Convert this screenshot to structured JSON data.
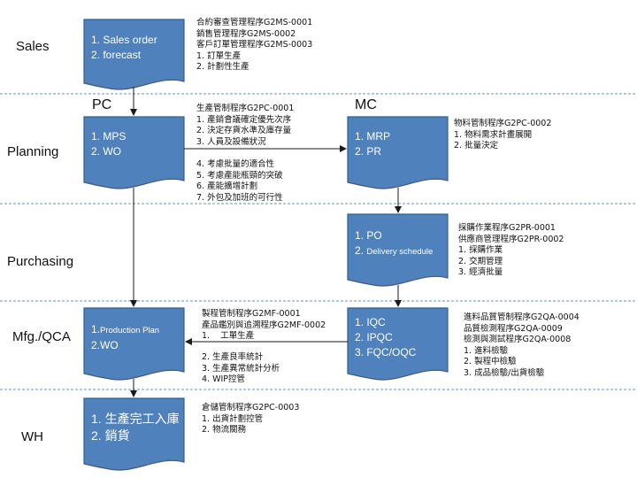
{
  "colors": {
    "box_fill": "#4f81bd",
    "box_stroke": "#385d8a",
    "divider": "#6d8fc7",
    "arrow": "#1a1a1a"
  },
  "lanes": [
    "Sales",
    "Planning",
    "Purchasing",
    "Mfg./QCA",
    "WH"
  ],
  "tags": {
    "pc": "PC",
    "mc": "MC"
  },
  "boxes": {
    "sales": {
      "line1": "1. Sales order",
      "line2": "2. forecast"
    },
    "mps": {
      "line1": "1. MPS",
      "line2": "2. WO"
    },
    "mrp": {
      "line1": "1. MRP",
      "line2": "2. PR"
    },
    "po": {
      "line1": "1. PO",
      "line2_prefix": "2. ",
      "line2": "Delivery schedule"
    },
    "plan": {
      "line1_prefix": "1.",
      "line1": "Production Plan",
      "line2": "2.WO"
    },
    "qc": {
      "line1": "1. IQC",
      "line2": "2. IPQC",
      "line3": "3. FQC/OQC"
    },
    "wh": {
      "line1": "1. 生產完工入庫",
      "line2": "2. 銷貨"
    }
  },
  "notes": {
    "sales": [
      "合約審查管理程序G2MS-0001",
      "銷售管理程序G2MS-0002",
      "客戶訂單管理程序G2MS-0003",
      "1. 訂單生產",
      "2. 計劃性生產"
    ],
    "pc_top": [
      "生產管制程序G2PC-0001",
      "1. 產銷會議確定優先次序",
      "2. 決定存貨水準及庫存量",
      "3. 人員及設備狀況"
    ],
    "pc_bottom": [
      "4. 考慮批量的適合性",
      "5. 考慮產能瓶頸的突破",
      "6. 產能擴增計劃",
      "7. 外包及加班的可行性"
    ],
    "mc": [
      "物料管制程序G2PC-0002",
      "1. 物料需求計畫展開",
      "2. 批量決定"
    ],
    "purchasing": [
      "採購作業程序G2PR-0001",
      "供應商管理程序G2PR-0002",
      "1. 採購作業",
      "2. 交期管理",
      "3. 經濟批量"
    ],
    "mfg_top": [
      "製程管制程序G2MF-0001",
      "產品鑑別與追溯程序G2MF-0002",
      "1.    工單生產"
    ],
    "mfg_bottom": [
      "2. 生產良率統計",
      "3. 生產異常統計分析",
      "4. WIP控管"
    ],
    "qca": [
      "進料品質管制程序G2QA-0004",
      "品質檢測程序G2QA-0009",
      "檢測與測試程序G2QA-0008",
      "1. 進料檢驗",
      "2. 製程中檢驗",
      "3. 成品檢驗/出貨檢驗"
    ],
    "wh": [
      "倉儲管制程序G2PC-0003",
      "1. 出貨計劃控管",
      "2. 物流關務"
    ]
  }
}
